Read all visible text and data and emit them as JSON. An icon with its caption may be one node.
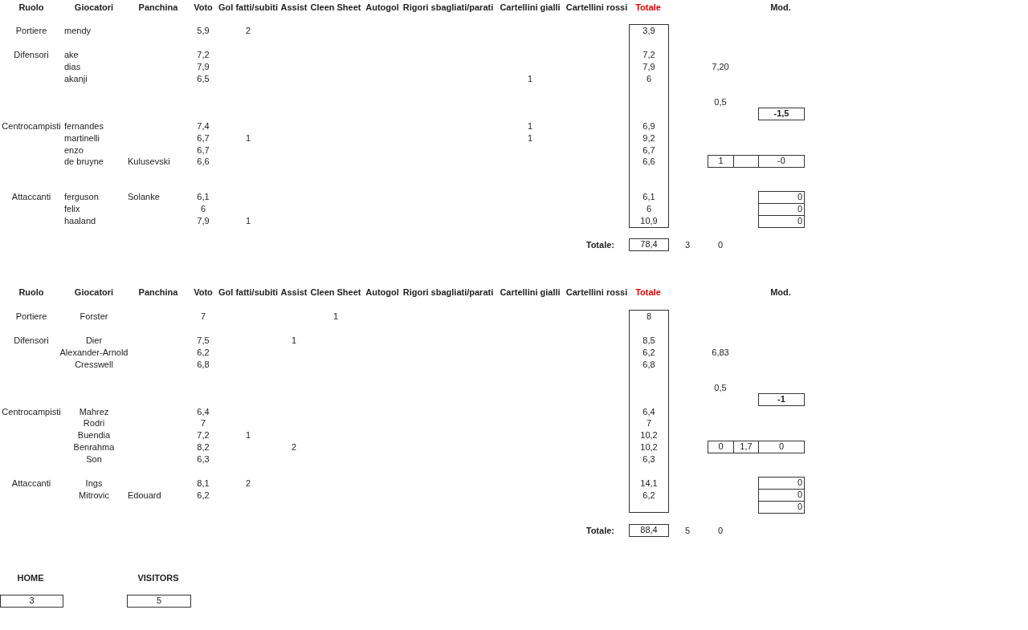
{
  "diagram": {
    "nodes": [
      {
        "text": [
          "3,9",
          "7,2",
          "7,9",
          "6",
          "6,9",
          "9,2",
          "6,7",
          "6,6",
          "6,1",
          "6",
          "10,9"
        ]
      },
      {
        "text": [
          "-1,5"
        ]
      },
      {
        "text": [
          "1"
        ]
      },
      {
        "text": [],
        "shape": "box"
      },
      {
        "text": [
          "-0"
        ]
      },
      {
        "text": [
          "0"
        ]
      },
      {
        "text": [
          "0"
        ]
      },
      {
        "text": [
          "0"
        ]
      },
      {
        "text": [
          "78,4"
        ]
      },
      {
        "text": [
          "8",
          "8,5",
          "6,2",
          "6,8",
          "6,4",
          "7",
          "10,2",
          "10,2",
          "6,3",
          "14,1",
          "6,2"
        ]
      },
      {
        "text": [
          "-1"
        ]
      },
      {
        "text": [
          "0"
        ]
      },
      {
        "text": [
          "1,7"
        ]
      },
      {
        "text": [
          "0"
        ]
      },
      {
        "text": [
          "0"
        ]
      },
      {
        "text": [
          "0"
        ]
      },
      {
        "text": [
          "0"
        ]
      },
      {
        "text": [
          "88,4"
        ]
      },
      {
        "text": [
          "3"
        ]
      },
      {
        "text": [
          "5"
        ]
      }
    ],
    "labels": [
      "Ruolo",
      "Giocatori",
      "Panchina",
      "Voto",
      "Gol fatti/subiti",
      "Assist",
      "Cleen Sheet",
      "Autogol",
      "Rigori sbagliati/parati",
      "Cartellini gialli",
      "Cartellini rossi",
      "Totale",
      "Mod.",
      "Portiere",
      "mendy",
      "5,9",
      "2",
      "Difensori",
      "ake",
      "7,2",
      "dias",
      "7,9",
      "7,20",
      "akanji",
      "6,5",
      "1",
      "0,5",
      "Centrocampisti",
      "fernandes",
      "7,4",
      "1",
      "martinelli",
      "6,7",
      "1",
      "1",
      "enzo",
      "6,7",
      "de bruyne",
      "Kulusevski",
      "6,6",
      "Attaccanti",
      "ferguson",
      "Solanke",
      "6,1",
      "felix",
      "6",
      "haaland",
      "7,9",
      "1",
      "Totale:",
      "3",
      "0",
      "Ruolo",
      "Giocatori",
      "Panchina",
      "Voto",
      "Gol fatti/subiti",
      "Assist",
      "Cleen Sheet",
      "Autogol",
      "Rigori sbagliati/parati",
      "Cartellini gialli",
      "Cartellini rossi",
      "Totale",
      "Mod.",
      "Portiere",
      "Forster",
      "7",
      "1",
      "Difensori",
      "Dier",
      "7,5",
      "1",
      "Alexander-Arnold",
      "6,2",
      "6,83",
      "Cresswell",
      "6,8",
      "0,5",
      "Centrocampisti",
      "Mahrez",
      "6,4",
      "Rodri",
      "7",
      "Buendia",
      "7,2",
      "1",
      "Benrahma",
      "8,2",
      "2",
      "Son",
      "6,3",
      "Attaccanti",
      "Ings",
      "8,1",
      "2",
      "Mitrovic",
      "Edouard",
      "6,2",
      "Totale:",
      "5",
      "0",
      "HOME",
      "VISITORS"
    ]
  }
}
